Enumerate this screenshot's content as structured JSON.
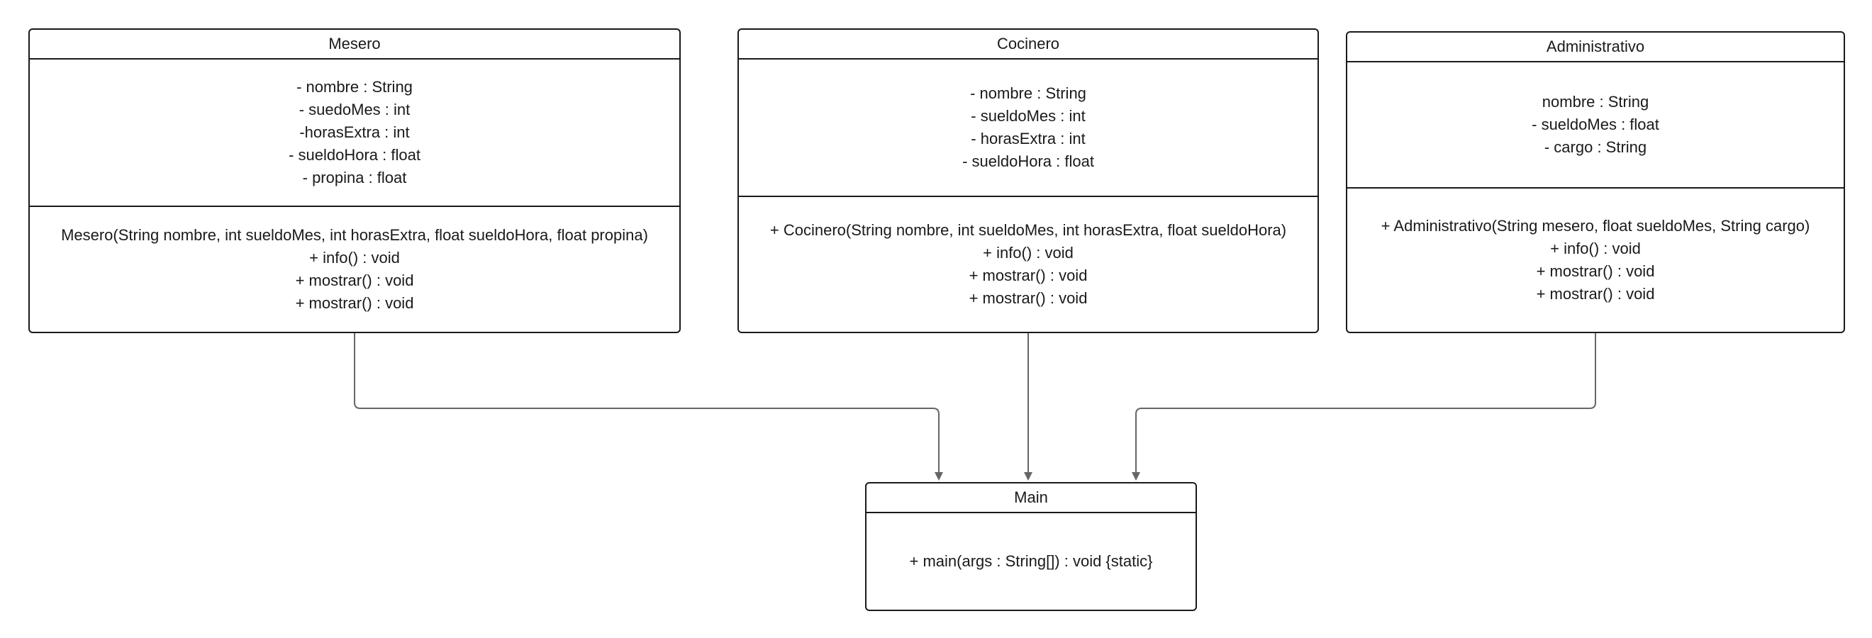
{
  "classes": {
    "mesero": {
      "name": "Mesero",
      "attributes": [
        "- nombre : String",
        "- suedoMes : int",
        "-horasExtra : int",
        "- sueldoHora : float",
        "- propina : float"
      ],
      "operations": [
        "Mesero(String nombre, int sueldoMes, int horasExtra, float sueldoHora, float propina)",
        "+ info() : void",
        "+ mostrar() : void",
        "+ mostrar() : void"
      ]
    },
    "cocinero": {
      "name": "Cocinero",
      "attributes": [
        "- nombre : String",
        "- sueldoMes : int",
        "- horasExtra : int",
        "- sueldoHora : float"
      ],
      "operations": [
        "+ Cocinero(String nombre, int sueldoMes, int horasExtra, float sueldoHora)",
        "+ info() : void",
        "+ mostrar() : void",
        "+ mostrar() : void"
      ]
    },
    "administrativo": {
      "name": "Administrativo",
      "attributes": [
        "nombre : String",
        "- sueldoMes : float",
        "- cargo : String"
      ],
      "operations": [
        "+ Administrativo(String mesero, float sueldoMes, String cargo)",
        "+ info() : void",
        "+ mostrar() : void",
        "+ mostrar() : void"
      ]
    },
    "main": {
      "name": "Main",
      "operations": [
        "+ main(args : String[]) : void {static}"
      ]
    }
  },
  "relations": [
    {
      "from": "Mesero",
      "to": "Main"
    },
    {
      "from": "Cocinero",
      "to": "Main"
    },
    {
      "from": "Administrativo",
      "to": "Main"
    }
  ],
  "colors": {
    "stroke": "#1a1a1a",
    "connector": "#666666",
    "background": "#ffffff"
  }
}
